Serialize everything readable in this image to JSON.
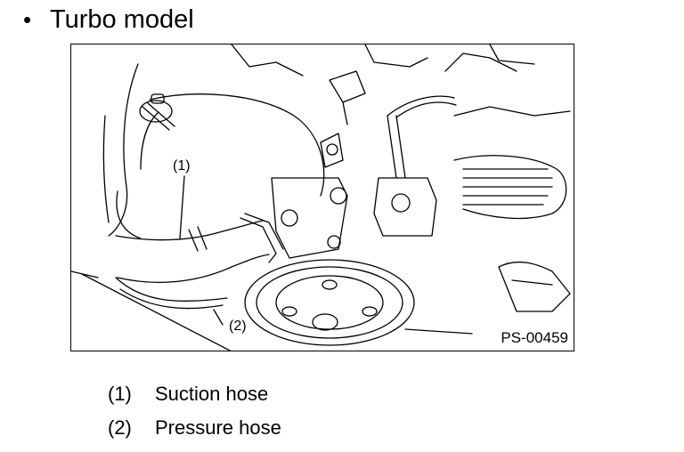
{
  "heading": {
    "bullet": "•",
    "text": "Turbo model"
  },
  "figure": {
    "id": "PS-00459",
    "callouts": [
      "(1)",
      "(2)"
    ]
  },
  "legend": [
    {
      "num": "(1)",
      "label": "Suction hose"
    },
    {
      "num": "(2)",
      "label": "Pressure hose"
    }
  ]
}
